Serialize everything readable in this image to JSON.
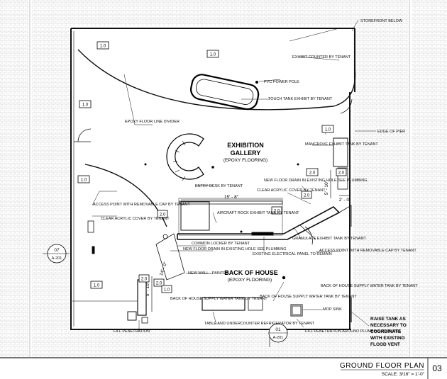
{
  "title_block": {
    "title": "GROUND  FLOOR PLAN",
    "scale": "SCALE: 3/16\" = 1'-0\"",
    "sheet_number": "03"
  },
  "rooms": {
    "gallery_name": "EXHIBITION",
    "gallery_name2": "GALLERY",
    "gallery_floor": "(EPOXY FLOORING)",
    "house_name": "BACK OF HOUSE",
    "house_floor": "(EPOXY FLOORING)"
  },
  "tag_boxes": [
    "1.0",
    "1.0",
    "1.0",
    "1.0",
    "1.0",
    "1.0",
    "2.0",
    "2.0",
    "2.0",
    "2.0",
    "2.0",
    "2.0",
    "2.0",
    "1.0"
  ],
  "dimensions": {
    "d1": "15' - 8\"",
    "d2": "5' - 10\"",
    "d3": "2' - 0\"",
    "d4": "5' - 10\"",
    "d5": "14' - 0\""
  },
  "section_markers": {
    "m1_top": "07",
    "m1_bottom": "A-201",
    "m2_top": "01",
    "m2_bottom": "A-201"
  },
  "annotations": {
    "a1": "EXHIBIT COUNTER BY TENANT",
    "a2": "PVC POWER POLE",
    "a3": "TOUCH TANK EXHIBIT BY TENANT",
    "a4": "STOREFRONT BELOW",
    "a5": "EDGE OF PIER",
    "a6": "EPOXY FLOOR LINE DIVIDER",
    "a7": "ENTRY DESK BY TENANT",
    "a8": "MANGROVE EXHIBIT TANK BY TENANT",
    "a9": "NEW FLOOR DRAIN IN EXISTING HOLE SEE PLUMBING",
    "a10": "CLEAR ACRYLIC COVER BY TENANT",
    "a11": "ACCESS POINT WITH REMOVABLE CAP BY TENANT",
    "a12": "CLEAR ACRYLIC COVER BY TENANT",
    "a13": "AIRCRAFT ROCK EXHIBIT TANK BY TENANT",
    "a14": "GRANULATE EXHIBIT TANK BY TENANT",
    "a15": "COMMON LOCKER BY TENANT",
    "a16": "NEW FLOOR DRAIN IN EXISTING HOLE SEE PLUMBING",
    "a17": "EXISTING ELECTRICAL PANEL TO REMAIN",
    "a18": "ACCESS POINT WITH REMOVABLE CAP BY TENANT",
    "a19": "NEW WALL - PAINTED",
    "a20": "BACK OF HOUSE SUPPLY WATER TANK BY TENANT",
    "a21": "BACK OF HOUSE SUPPLY WATER TANK BY TENANT",
    "a22": "BACK OF HOUSE SUPPLY WATER TANK BY TENANT",
    "a23": "MOP SINK",
    "a24": "TABLE AND UNDERCOUNTER REFRIGERATOR BY TENANT",
    "a25": "FILL PENETRATION",
    "a26": "FILL PENETRATION AROUND PLUMBING FIXTURES"
  },
  "raise_note": [
    "RAISE TANK AS",
    "NECESSARY TO",
    "COORDINATE",
    "WITH EXISTING",
    "FLOOD VENT"
  ]
}
